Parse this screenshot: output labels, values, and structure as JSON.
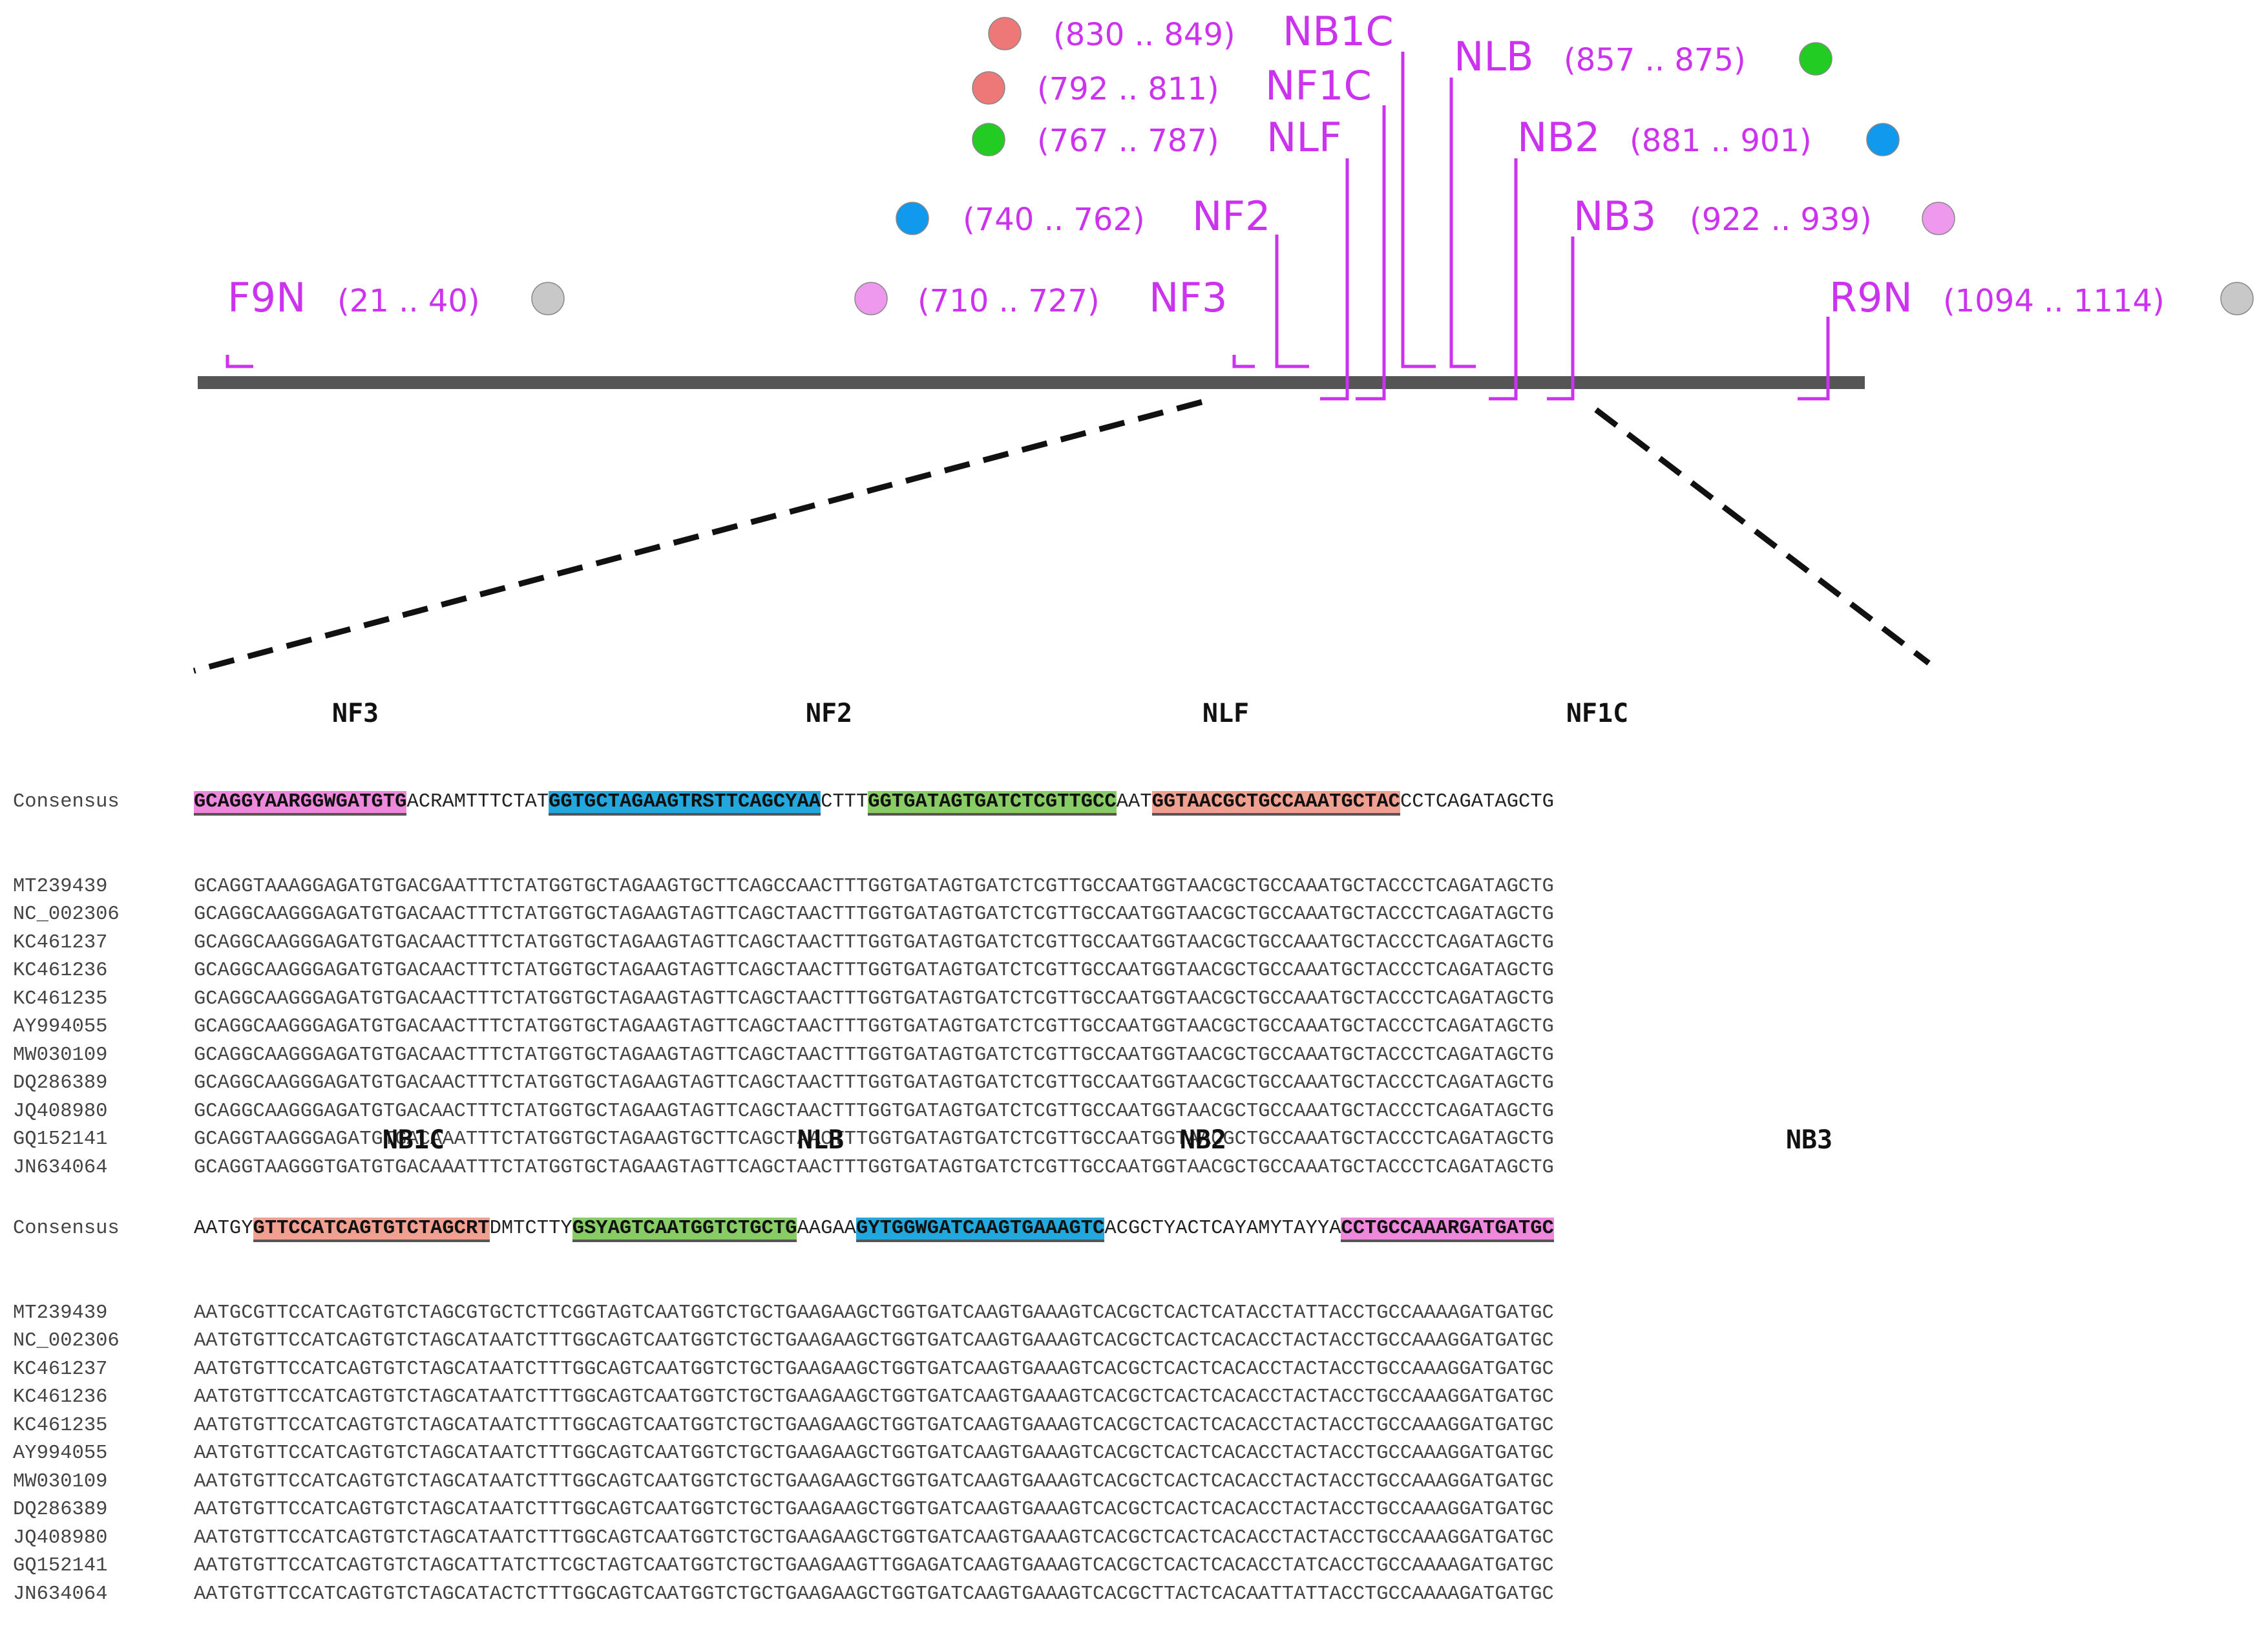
{
  "map": {
    "primers": [
      {
        "name": "F9N",
        "range": "(21 .. 40)",
        "dot_color": "#c8c8c8"
      },
      {
        "name": "NF3",
        "range": "(710 .. 727)",
        "dot_color": "#ee99ee"
      },
      {
        "name": "NF2",
        "range": "(740 .. 762)",
        "dot_color": "#1199ee"
      },
      {
        "name": "NLF",
        "range": "(767 .. 787)",
        "dot_color": "#22cc22"
      },
      {
        "name": "NF1C",
        "range": "(792 .. 811)",
        "dot_color": "#ee7777"
      },
      {
        "name": "NB1C",
        "range": "(830 .. 849)",
        "dot_color": "#ee7777"
      },
      {
        "name": "NLB",
        "range": "(857 .. 875)",
        "dot_color": "#22cc22"
      },
      {
        "name": "NB2",
        "range": "(881 .. 901)",
        "dot_color": "#1199ee"
      },
      {
        "name": "NB3",
        "range": "(922 .. 939)",
        "dot_color": "#ee99ee"
      },
      {
        "name": "R9N",
        "range": "(1094 .. 1114)",
        "dot_color": "#c8c8c8"
      }
    ]
  },
  "alignment": {
    "block1": {
      "headers": [
        "NF3",
        "NF2",
        "NLF",
        "NF1C"
      ],
      "consensus": {
        "name": "Consensus",
        "segments": [
          {
            "t": "GCAGGYAARGGWGATGTG",
            "c": "#ee88dd"
          },
          {
            "t": "ACRAMTTTCTAT"
          },
          {
            "t": "GGTGCTAGAAGTRSTTCAGCYAA",
            "c": "#22a8dd"
          },
          {
            "t": "CTTT"
          },
          {
            "t": "GGTGATAGTGATCTCGTTGCC",
            "c": "#88cc66"
          },
          {
            "t": "AAT"
          },
          {
            "t": "GGTAACGCTGCCAAATGCTAC",
            "c": "#f0a090"
          },
          {
            "t": "CCTCAGATAGCTG"
          }
        ]
      },
      "rows": [
        {
          "name": "MT239439",
          "seq": "GCAGGTAAAGGAGATGTGACGAATTTCTATGGTGCTAGAAGTGCTTCAGCCAACTTTGGTGATAGTGATCTCGTTGCCAATGGTAACGCTGCCAAATGCTACCCTCAGATAGCTG"
        },
        {
          "name": "NC_002306",
          "seq": "GCAGGCAAGGGAGATGTGACAACTTTCTATGGTGCTAGAAGTAGTTCAGCTAACTTTGGTGATAGTGATCTCGTTGCCAATGGTAACGCTGCCAAATGCTACCCTCAGATAGCTG"
        },
        {
          "name": "KC461237",
          "seq": "GCAGGCAAGGGAGATGTGACAACTTTCTATGGTGCTAGAAGTAGTTCAGCTAACTTTGGTGATAGTGATCTCGTTGCCAATGGTAACGCTGCCAAATGCTACCCTCAGATAGCTG"
        },
        {
          "name": "KC461236",
          "seq": "GCAGGCAAGGGAGATGTGACAACTTTCTATGGTGCTAGAAGTAGTTCAGCTAACTTTGGTGATAGTGATCTCGTTGCCAATGGTAACGCTGCCAAATGCTACCCTCAGATAGCTG"
        },
        {
          "name": "KC461235",
          "seq": "GCAGGCAAGGGAGATGTGACAACTTTCTATGGTGCTAGAAGTAGTTCAGCTAACTTTGGTGATAGTGATCTCGTTGCCAATGGTAACGCTGCCAAATGCTACCCTCAGATAGCTG"
        },
        {
          "name": "AY994055",
          "seq": "GCAGGCAAGGGAGATGTGACAACTTTCTATGGTGCTAGAAGTAGTTCAGCTAACTTTGGTGATAGTGATCTCGTTGCCAATGGTAACGCTGCCAAATGCTACCCTCAGATAGCTG"
        },
        {
          "name": "MW030109",
          "seq": "GCAGGCAAGGGAGATGTGACAACTTTCTATGGTGCTAGAAGTAGTTCAGCTAACTTTGGTGATAGTGATCTCGTTGCCAATGGTAACGCTGCCAAATGCTACCCTCAGATAGCTG"
        },
        {
          "name": "DQ286389",
          "seq": "GCAGGCAAGGGAGATGTGACAACTTTCTATGGTGCTAGAAGTAGTTCAGCTAACTTTGGTGATAGTGATCTCGTTGCCAATGGTAACGCTGCCAAATGCTACCCTCAGATAGCTG"
        },
        {
          "name": "JQ408980",
          "seq": "GCAGGCAAGGGAGATGTGACAACTTTCTATGGTGCTAGAAGTAGTTCAGCTAACTTTGGTGATAGTGATCTCGTTGCCAATGGTAACGCTGCCAAATGCTACCCTCAGATAGCTG"
        },
        {
          "name": "GQ152141",
          "seq": "GCAGGTAAGGGAGATGTGACAAATTTCTATGGTGCTAGAAGTGCTTCAGCTAACTTTGGTGATAGTGATCTCGTTGCCAATGGTAACGCTGCCAAATGCTACCCTCAGATAGCTG"
        },
        {
          "name": "JN634064",
          "seq": "GCAGGTAAGGGTGATGTGACAAATTTCTATGGTGCTAGAAGTAGTTCAGCTAACTTTGGTGATAGTGATCTCGTTGCCAATGGTAACGCTGCCAAATGCTACCCTCAGATAGCTG"
        }
      ]
    },
    "block2": {
      "headers": [
        "NB1C",
        "NLB",
        "NB2",
        "NB3"
      ],
      "consensus": {
        "name": "Consensus",
        "segments": [
          {
            "t": "AATGY"
          },
          {
            "t": "GTTCCATCAGTGTCTAGCRT",
            "c": "#f0a090"
          },
          {
            "t": "DMTCTTY"
          },
          {
            "t": "GSYAGTCAATGGTCTGCTG",
            "c": "#88cc66"
          },
          {
            "t": "AAGAA"
          },
          {
            "t": "GYTGGWGATCAAGTGAAAGTC",
            "c": "#22a8dd"
          },
          {
            "t": "ACGCTYACTCAYAMYTAYYA"
          },
          {
            "t": "CCTGCCAAARGATGATGC",
            "c": "#ee88dd"
          }
        ]
      },
      "rows": [
        {
          "name": "MT239439",
          "seq": "AATGCGTTCCATCAGTGTCTAGCGTGCTCTTCGGTAGTCAATGGTCTGCTGAAGAAGCTGGTGATCAAGTGAAAGTCACGCTCACTCATACCTATTACCTGCCAAAAGATGATGC"
        },
        {
          "name": "NC_002306",
          "seq": "AATGTGTTCCATCAGTGTCTAGCATAATCTTTGGCAGTCAATGGTCTGCTGAAGAAGCTGGTGATCAAGTGAAAGTCACGCTCACTCACACCTACTACCTGCCAAAGGATGATGC"
        },
        {
          "name": "KC461237",
          "seq": "AATGTGTTCCATCAGTGTCTAGCATAATCTTTGGCAGTCAATGGTCTGCTGAAGAAGCTGGTGATCAAGTGAAAGTCACGCTCACTCACACCTACTACCTGCCAAAGGATGATGC"
        },
        {
          "name": "KC461236",
          "seq": "AATGTGTTCCATCAGTGTCTAGCATAATCTTTGGCAGTCAATGGTCTGCTGAAGAAGCTGGTGATCAAGTGAAAGTCACGCTCACTCACACCTACTACCTGCCAAAGGATGATGC"
        },
        {
          "name": "KC461235",
          "seq": "AATGTGTTCCATCAGTGTCTAGCATAATCTTTGGCAGTCAATGGTCTGCTGAAGAAGCTGGTGATCAAGTGAAAGTCACGCTCACTCACACCTACTACCTGCCAAAGGATGATGC"
        },
        {
          "name": "AY994055",
          "seq": "AATGTGTTCCATCAGTGTCTAGCATAATCTTTGGCAGTCAATGGTCTGCTGAAGAAGCTGGTGATCAAGTGAAAGTCACGCTCACTCACACCTACTACCTGCCAAAGGATGATGC"
        },
        {
          "name": "MW030109",
          "seq": "AATGTGTTCCATCAGTGTCTAGCATAATCTTTGGCAGTCAATGGTCTGCTGAAGAAGCTGGTGATCAAGTGAAAGTCACGCTCACTCACACCTACTACCTGCCAAAGGATGATGC"
        },
        {
          "name": "DQ286389",
          "seq": "AATGTGTTCCATCAGTGTCTAGCATAATCTTTGGCAGTCAATGGTCTGCTGAAGAAGCTGGTGATCAAGTGAAAGTCACGCTCACTCACACCTACTACCTGCCAAAGGATGATGC"
        },
        {
          "name": "JQ408980",
          "seq": "AATGTGTTCCATCAGTGTCTAGCATAATCTTTGGCAGTCAATGGTCTGCTGAAGAAGCTGGTGATCAAGTGAAAGTCACGCTCACTCACACCTACTACCTGCCAAAGGATGATGC"
        },
        {
          "name": "GQ152141",
          "seq": "AATGTGTTCCATCAGTGTCTAGCATTATCTTCGCTAGTCAATGGTCTGCTGAAGAAGTTGGAGATCAAGTGAAAGTCACGCTCACTCACACCTATCACCTGCCAAAAGATGATGC"
        },
        {
          "name": "JN634064",
          "seq": "AATGTGTTCCATCAGTGTCTAGCATACTCTTTGGCAGTCAATGGTCTGCTGAAGAAGCTGGTGATCAAGTGAAAGTCACGCTTACTCACAATTATTACCTGCCAAAAGATGATGC"
        }
      ]
    }
  }
}
